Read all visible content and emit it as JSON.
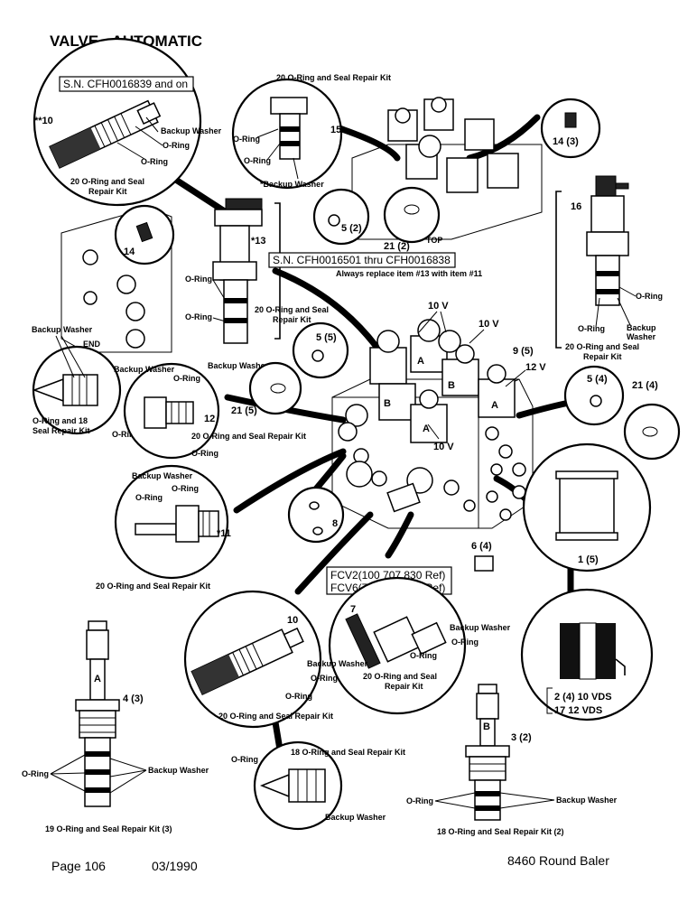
{
  "title": "VALVE - AUTOMATIC",
  "footer": {
    "page": "Page 106",
    "date": "03/1990",
    "model": "8460 Round Baler"
  },
  "sn_boxes": {
    "sn1": "S.N. CFH0016839 and on",
    "sn2": "S.N. CFH0016501 thru CFH0016838"
  },
  "sn2_note": "Always replace item #13 with item #11",
  "fcv": {
    "fcv2": "FCV2(100 707 830 Ref)",
    "fcv6": "FCV6(700 709 569 Ref)"
  },
  "coil_legend": {
    "item2": "2 (4) 10 VDS",
    "item17": "17 12 VDS"
  },
  "labels": {
    "kit20": "20 O-Ring and Seal Repair Kit",
    "kit20a": "20 O-Ring and Seal",
    "kit20b": "Repair Kit",
    "kit18": "18 O-Ring and Seal Repair Kit",
    "kit18c": "18 O-Ring and Seal Repair Kit (2)",
    "kit19": "19 O-Ring and Seal Repair Kit (3)",
    "oring": "O-Ring",
    "backup": "Backup Washer",
    "backup_star": "*Backup Washer",
    "end": "END",
    "top": "TOP",
    "oring_kit_a": "O-Ring and 18",
    "oring_kit_b": "Seal Repair Kit",
    "v10": "10 V",
    "v12": "12 V",
    "n10": "**10",
    "n13": "*13",
    "n11": "*11",
    "n14": "14",
    "n14b": "14 (3)",
    "n15": "15",
    "n16": "16",
    "n12": "12",
    "n5a": "5 (2)",
    "n21a": "21 (2)",
    "n5b": "5 (5)",
    "n21b": "21 (5)",
    "n9": "9 (5)",
    "n5c": "5 (4)",
    "n21c": "21 (4)",
    "n8": "8",
    "n6": "6 (4)",
    "n1": "1 (5)",
    "n7": "7",
    "n10b": "10",
    "n4": "4 (3)",
    "n3": "3 (2)",
    "lA": "A",
    "lB": "B"
  }
}
